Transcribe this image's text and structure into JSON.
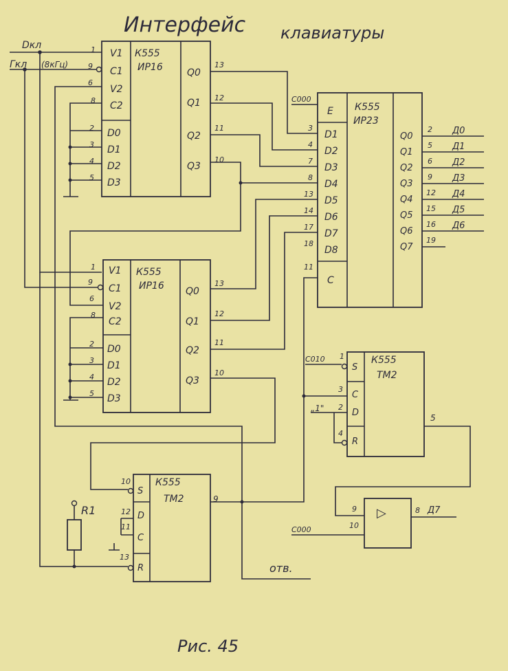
{
  "title_line1": "Интерфейс",
  "title_line2": "клавиатуры",
  "caption": "Рис. 45",
  "inputs": {
    "dkl": "Dкл",
    "gkl": "Гкл",
    "gkl_freq": "(8кГц)"
  },
  "chips": {
    "u1": {
      "label": "К555",
      "type": "ИР16",
      "left_pins": [
        "V1",
        "C1",
        "V2",
        "C2",
        "D0",
        "D1",
        "D2",
        "D3"
      ],
      "left_nums": [
        "1",
        "9",
        "6",
        "8",
        "2",
        "3",
        "4",
        "5"
      ],
      "right_pins": [
        "Q0",
        "Q1",
        "Q2",
        "Q3"
      ],
      "right_nums": [
        "13",
        "12",
        "11",
        "10"
      ]
    },
    "u2": {
      "label": "К555",
      "type": "ИР16",
      "left_pins": [
        "V1",
        "C1",
        "V2",
        "C2",
        "D0",
        "D1",
        "D2",
        "D3"
      ],
      "left_nums": [
        "1",
        "9",
        "6",
        "8",
        "2",
        "3",
        "4",
        "5"
      ],
      "right_pins": [
        "Q0",
        "Q1",
        "Q2",
        "Q3"
      ],
      "right_nums": [
        "13",
        "12",
        "11",
        "10"
      ]
    },
    "u3": {
      "label": "К555",
      "type": "ИР23",
      "left_pins": [
        "E",
        "D1",
        "D2",
        "D3",
        "D4",
        "D5",
        "D6",
        "D7",
        "D8",
        "C"
      ],
      "left_nums": [
        "",
        "3",
        "4",
        "7",
        "8",
        "13",
        "14",
        "17",
        "18",
        "11"
      ],
      "e_signal": "С000",
      "right_pins": [
        "Q0",
        "Q1",
        "Q2",
        "Q3",
        "Q4",
        "Q5",
        "Q6",
        "Q7"
      ],
      "right_nums": [
        "2",
        "5",
        "6",
        "9",
        "12",
        "15",
        "16",
        "19"
      ],
      "outputs": [
        "Д0",
        "Д1",
        "Д2",
        "Д3",
        "Д4",
        "Д5",
        "Д6",
        ""
      ]
    },
    "u4": {
      "label": "К555",
      "type": "ТМ2",
      "left_pins": [
        "S",
        "C",
        "D",
        "R"
      ],
      "left_nums": [
        "1",
        "3",
        "2",
        "4"
      ],
      "s_signal": "С010",
      "d_signal": "„1\"",
      "out_num": "5"
    },
    "u5": {
      "label": "К555",
      "type": "ТМ2",
      "left_pins": [
        "S",
        "D",
        "C",
        "R"
      ],
      "left_nums": [
        "10",
        "12",
        "11",
        "13"
      ],
      "out_num": "9"
    },
    "u6": {
      "symbol": "▷",
      "in_nums": [
        "9",
        "10"
      ],
      "in_signal": "С000",
      "out_num": "8",
      "out_signal": "Д7"
    }
  },
  "resistor": "R1",
  "otv": "отв."
}
